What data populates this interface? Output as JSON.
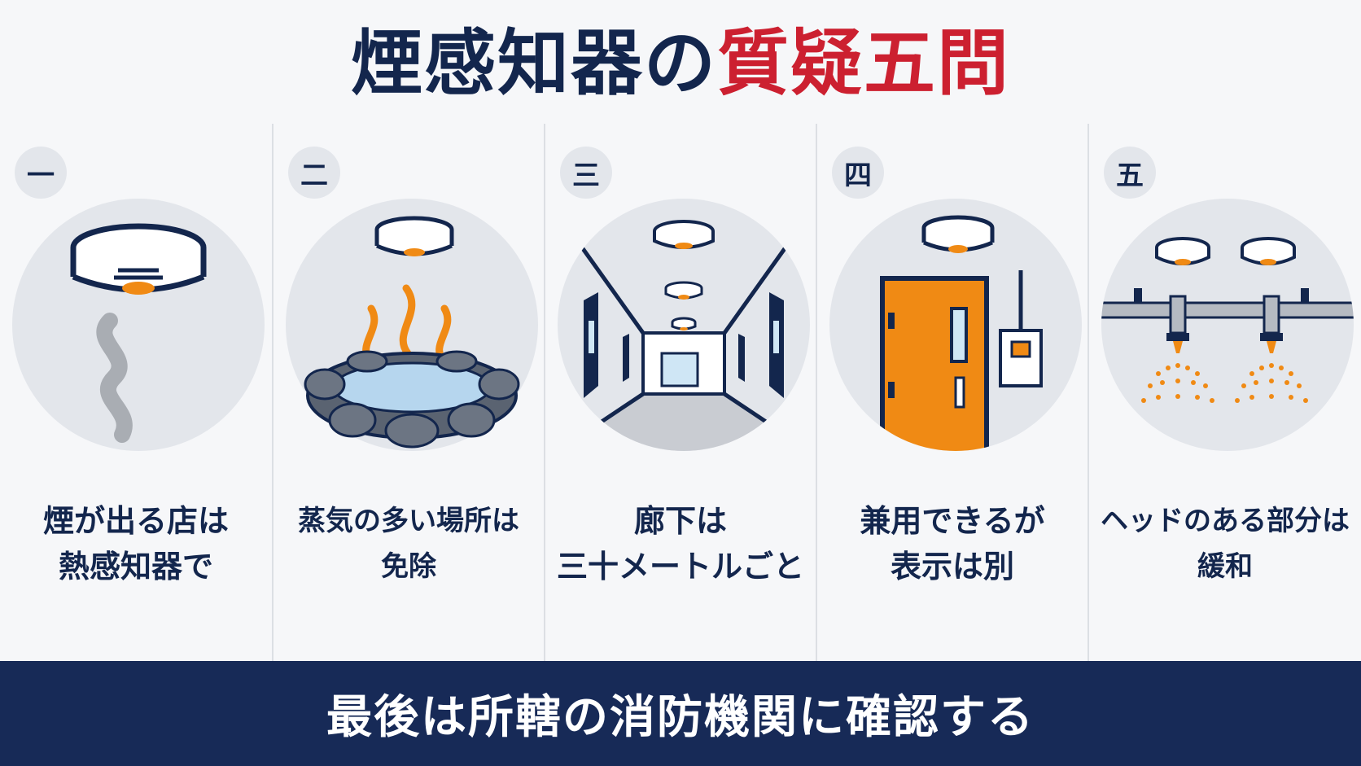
{
  "title": {
    "part1": "煙感知器の",
    "part2": "質疑五問"
  },
  "panels": [
    {
      "number": "一",
      "line1": "煙が出る店は",
      "line2": "熱感知器で"
    },
    {
      "number": "二",
      "line1": "蒸気の多い場所は",
      "line2": "免除"
    },
    {
      "number": "三",
      "line1": "廊下は",
      "line2": "三十メートルごと"
    },
    {
      "number": "四",
      "line1": "兼用できるが",
      "line2": "表示は別"
    },
    {
      "number": "五",
      "line1": "ヘッドのある部分は",
      "line2": "緩和"
    }
  ],
  "footer": {
    "text": "最後は所轄の消防機関に確認する"
  },
  "colors": {
    "navy": "#13264d",
    "red": "#cc2030",
    "orange": "#f08a14",
    "circle": "#e3e6eb"
  }
}
